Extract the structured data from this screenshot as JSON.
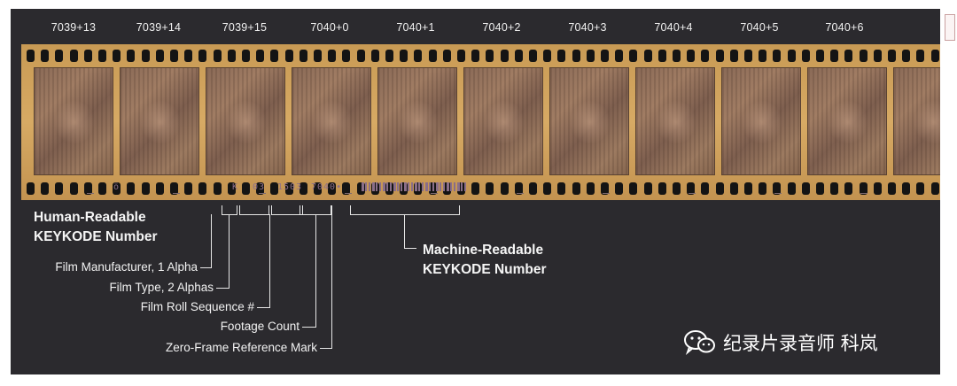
{
  "frame_numbers": [
    "7039+13",
    "7039+14",
    "7039+15",
    "7040+0",
    "7040+1",
    "7040+2",
    "7040+3",
    "7040+4",
    "7040+5",
    "7040+6"
  ],
  "edge_print": {
    "manufacturer": "K",
    "film_type": "03",
    "roll_sequence": "1503",
    "footage_count": "7040•",
    "left_mark": "ö"
  },
  "titles": {
    "human_readable_line1": "Human-Readable",
    "human_readable_line2": "KEYKODE Number",
    "machine_readable_line1": "Machine-Readable",
    "machine_readable_line2": "KEYKODE Number"
  },
  "callouts": [
    "Film Manufacturer, 1 Alpha",
    "Film Type, 2 Alphas",
    "Film Roll Sequence #",
    "Footage Count",
    "Zero-Frame Reference Mark"
  ],
  "watermark": {
    "text": "纪录片录音师 科岚",
    "icon": "wechat-icon"
  },
  "colors": {
    "panel_background": "#2b2a2e",
    "film_base": "#d7aa64",
    "perforation": "#141414",
    "edge_print": "#8c6f8a",
    "line": "#e6e6e6"
  }
}
